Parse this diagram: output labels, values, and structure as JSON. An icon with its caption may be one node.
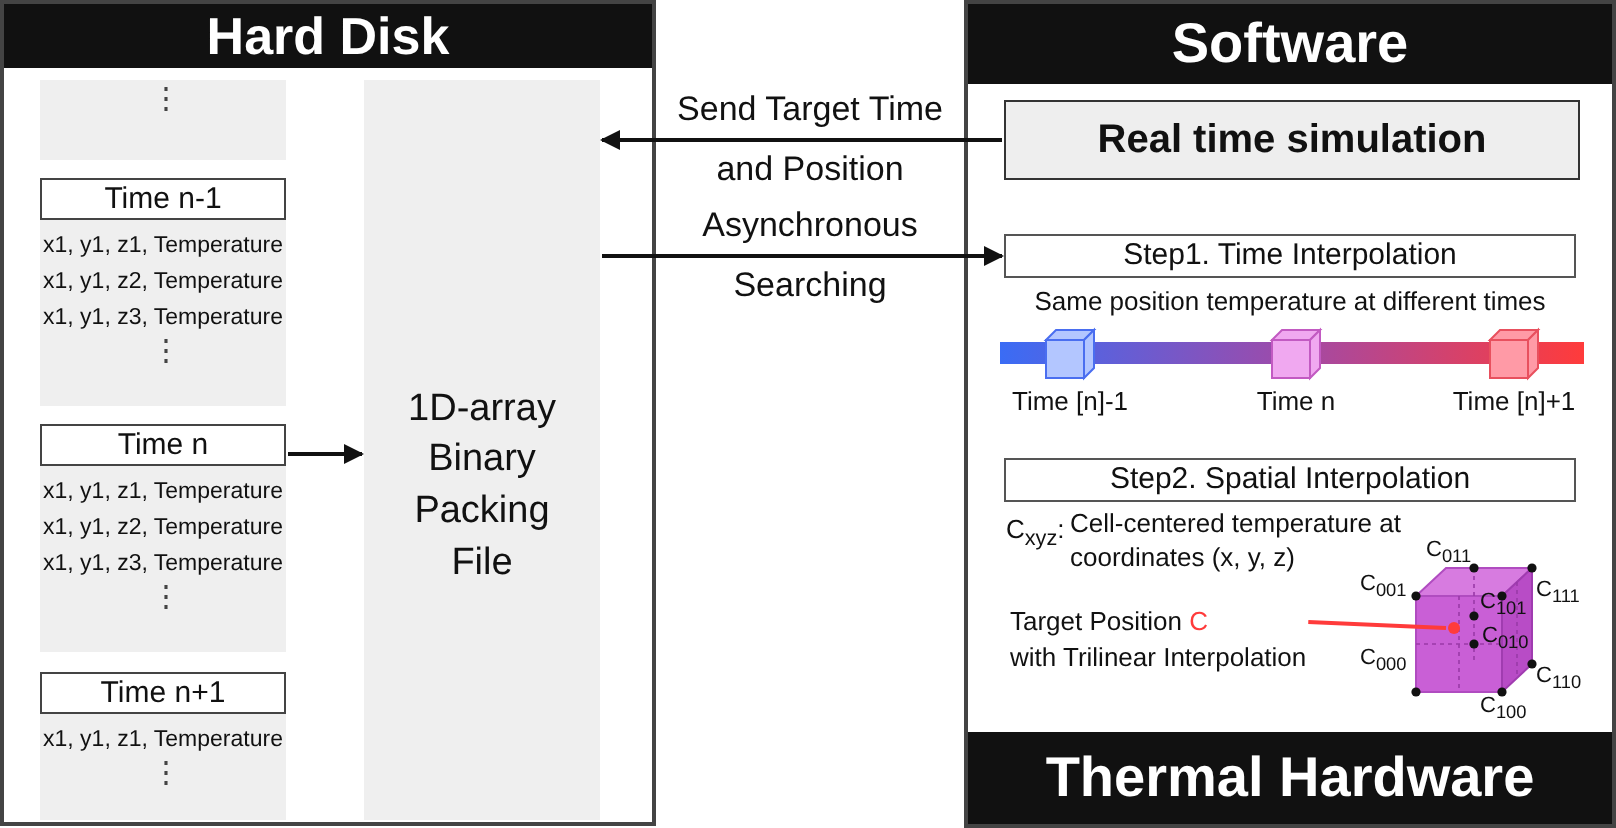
{
  "diagram": {
    "nodes": [
      {
        "text": [
          "Hard Disk"
        ]
      },
      {
        "text": [
          "⋮"
        ],
        "in": 0
      },
      {
        "text": [
          "Time n-1",
          "x1, y1, z1, Temperature",
          "x1, y1, z2, Temperature",
          "x1, y1, z3, Temperature",
          "⋮"
        ],
        "in": 0
      },
      {
        "text": [
          "Time n",
          "x1, y1, z1, Temperature",
          "x1, y1, z2, Temperature",
          "x1, y1, z3, Temperature",
          "⋮"
        ],
        "in": 0
      },
      {
        "text": [
          "Time n+1",
          "x1, y1, z1, Temperature",
          "⋮"
        ],
        "in": 0
      },
      {
        "text": [
          "1D-array Binary Packing File"
        ],
        "in": 0
      },
      {
        "text": [
          "Software"
        ]
      },
      {
        "text": [
          "Real time simulation"
        ],
        "in": 6
      },
      {
        "text": [
          "Step1. Time Interpolation"
        ],
        "in": 6
      },
      {
        "text": [
          "Step2. Spatial Interpolation"
        ],
        "in": 6
      },
      {
        "text": [
          "Target Position C",
          "with Trilinear Interpolation"
        ],
        "in": 6
      },
      {
        "text": [],
        "shape": "circle",
        "in": 6
      },
      {
        "text": [
          "Thermal Hardware"
        ],
        "in": 6
      }
    ],
    "edges": [
      {
        "from": 3,
        "to": 5,
        "arrow": "to"
      },
      {
        "from": 7,
        "to": 5,
        "arrow": "to",
        "label": "Send Target Time and Position"
      },
      {
        "from": 5,
        "to": 8,
        "arrow": "to",
        "label": "Asynchronous Searching"
      },
      {
        "from": 10,
        "to": 11,
        "arrow": "none",
        "color": "#ff3b3b"
      }
    ],
    "labels": [
      "Same position temperature at different times",
      "Time [n]-1",
      "Time n",
      "Time [n]+1",
      "C$_{xyz}$:",
      "Cell-centered temperature at coordinates (x, y, z)",
      "C$_{011}$",
      "C$_{001}$",
      "C$_{111}$",
      "C$_{101}$",
      "C$_{010}$",
      "C$_{000}$",
      "C$_{110}$",
      "C$_{100}$"
    ]
  }
}
